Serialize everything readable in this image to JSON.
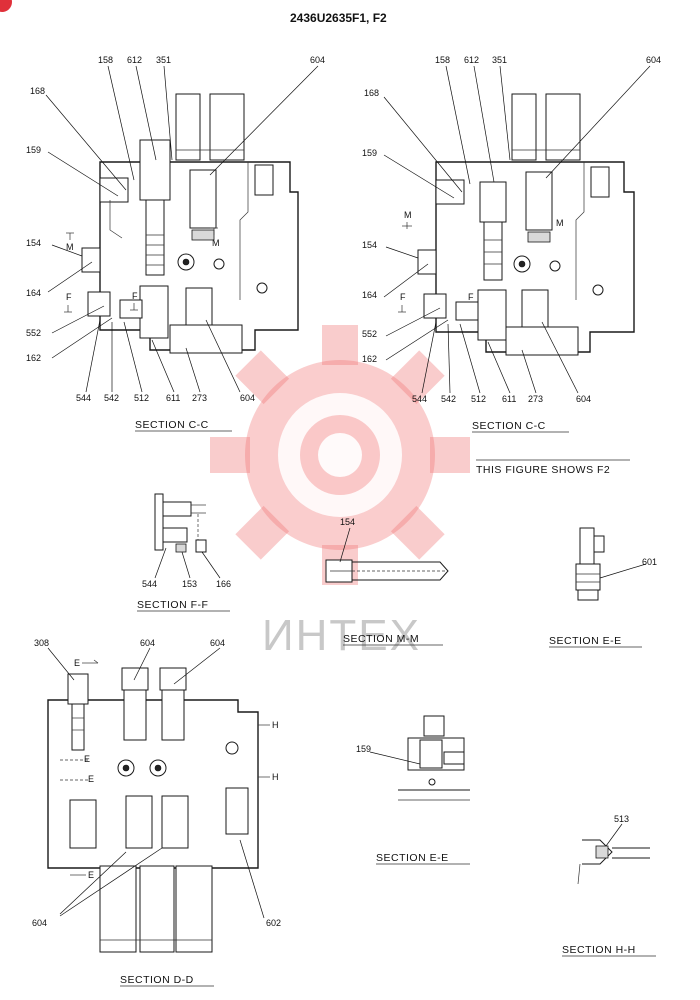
{
  "header": {
    "drawing_number": "2436U2635F1, F2",
    "badge_color": "#e0303a"
  },
  "watermark": {
    "text": "ИНТЕХ",
    "icon": "gear-logo-icon",
    "color": "#f07070"
  },
  "sections": {
    "cc_left": {
      "title": "SECTION C-C",
      "callouts": [
        "158",
        "612",
        "351",
        "604",
        "168",
        "159",
        "154",
        "164",
        "552",
        "162",
        "544",
        "542",
        "512",
        "611",
        "273",
        "604"
      ],
      "markers": [
        "M",
        "M",
        "F",
        "F"
      ]
    },
    "cc_right": {
      "title": "SECTION C-C",
      "note": "THIS FIGURE SHOWS F2",
      "callouts": [
        "158",
        "612",
        "351",
        "604",
        "168",
        "159",
        "154",
        "164",
        "552",
        "162",
        "544",
        "542",
        "512",
        "611",
        "273",
        "604"
      ],
      "markers": [
        "M",
        "M",
        "F",
        "F"
      ]
    },
    "ff": {
      "title": "SECTION F-F",
      "callouts": [
        "544",
        "153",
        "166"
      ]
    },
    "mm": {
      "title": "SECTION M-M",
      "callouts": [
        "154"
      ]
    },
    "ee": {
      "title": "SECTION E-E",
      "callouts": [
        "601"
      ]
    },
    "dd": {
      "title": "SECTION D-D",
      "callouts": [
        "308",
        "604",
        "604",
        "604",
        "602"
      ],
      "markers": [
        "E",
        "E",
        "E",
        "E",
        "H",
        "H"
      ]
    },
    "ee2": {
      "title": "SECTION E-E",
      "callouts": [
        "159"
      ]
    },
    "hh": {
      "title": "SECTION H-H",
      "callouts": [
        "513"
      ]
    }
  }
}
